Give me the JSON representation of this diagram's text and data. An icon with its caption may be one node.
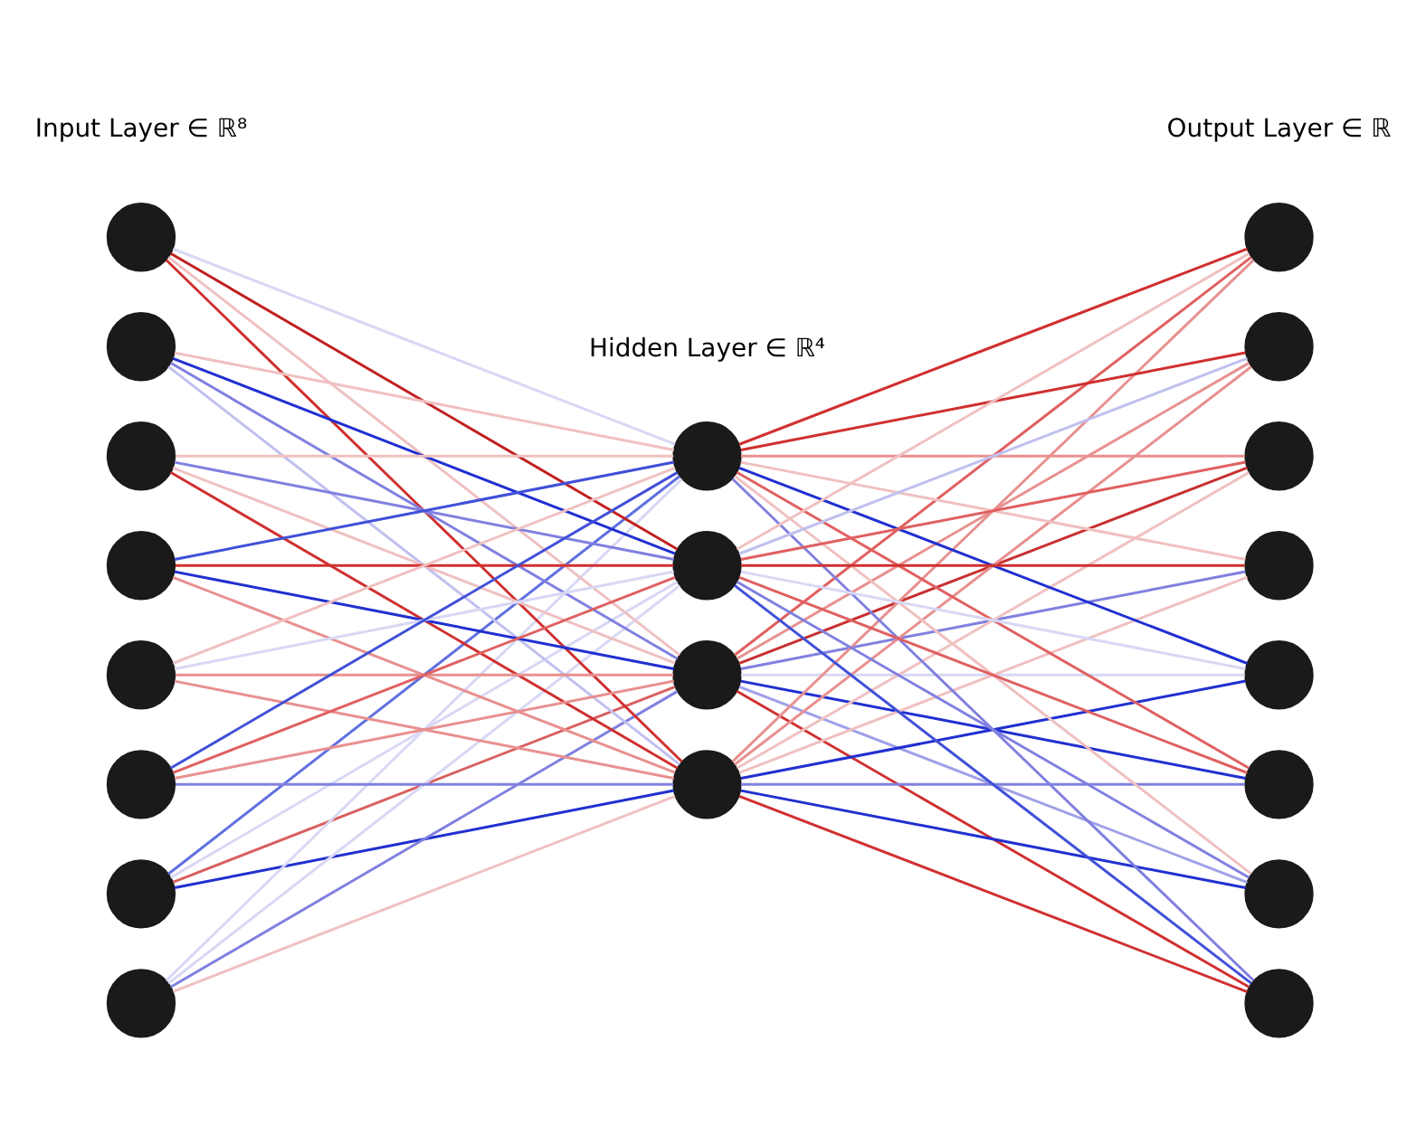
{
  "diagram": {
    "nodes": [
      {
        "text": [],
        "shape": "circle"
      },
      {
        "text": [],
        "shape": "circle"
      },
      {
        "text": [],
        "shape": "circle"
      },
      {
        "text": [],
        "shape": "circle"
      },
      {
        "text": [],
        "shape": "circle"
      },
      {
        "text": [],
        "shape": "circle"
      },
      {
        "text": [],
        "shape": "circle"
      },
      {
        "text": [],
        "shape": "circle"
      },
      {
        "text": [],
        "shape": "circle"
      },
      {
        "text": [],
        "shape": "circle"
      },
      {
        "text": [],
        "shape": "circle"
      },
      {
        "text": [],
        "shape": "circle"
      },
      {
        "text": [],
        "shape": "circle"
      },
      {
        "text": [],
        "shape": "circle"
      },
      {
        "text": [],
        "shape": "circle"
      },
      {
        "text": [],
        "shape": "circle"
      },
      {
        "text": [],
        "shape": "circle"
      },
      {
        "text": [],
        "shape": "circle"
      },
      {
        "text": [],
        "shape": "circle"
      },
      {
        "text": [],
        "shape": "circle"
      }
    ],
    "edges": [
      {
        "from": 0,
        "to": 8,
        "arrow": "none",
        "color": "#d86060"
      },
      {
        "from": 0,
        "to": 9,
        "arrow": "none",
        "color": "#2030d0"
      },
      {
        "from": 0,
        "to": 10,
        "arrow": "none",
        "color": "#6070e0"
      },
      {
        "from": 0,
        "to": 11,
        "arrow": "none",
        "color": "#d8d8f5"
      },
      {
        "from": 1,
        "to": 8,
        "arrow": "none",
        "color": "#8080e0"
      },
      {
        "from": 1,
        "to": 9,
        "arrow": "none",
        "color": "#f0c0c0"
      },
      {
        "from": 1,
        "to": 10,
        "arrow": "none",
        "color": "#d8d8f5"
      },
      {
        "from": 1,
        "to": 11,
        "arrow": "none",
        "color": "#d8d8f5"
      },
      {
        "from": 2,
        "to": 8,
        "arrow": "none",
        "color": "#f0c0c0"
      },
      {
        "from": 2,
        "to": 9,
        "arrow": "none",
        "color": "#d03030"
      },
      {
        "from": 2,
        "to": 10,
        "arrow": "none",
        "color": "#d8d8f5"
      },
      {
        "from": 2,
        "to": 11,
        "arrow": "none",
        "color": "#c02020"
      },
      {
        "from": 3,
        "to": 8,
        "arrow": "none",
        "color": "#8080e0"
      },
      {
        "from": 3,
        "to": 9,
        "arrow": "none",
        "color": "#c0c0f0"
      },
      {
        "from": 3,
        "to": 10,
        "arrow": "none",
        "color": "#f0c0c0"
      },
      {
        "from": 3,
        "to": 11,
        "arrow": "none",
        "color": "#2030d0"
      },
      {
        "from": 4,
        "to": 8,
        "arrow": "none",
        "color": "#f0c0c0"
      },
      {
        "from": 4,
        "to": 9,
        "arrow": "none",
        "color": "#d03030"
      },
      {
        "from": 4,
        "to": 10,
        "arrow": "none",
        "color": "#f0c0c0"
      },
      {
        "from": 4,
        "to": 11,
        "arrow": "none",
        "color": "#8080e0"
      },
      {
        "from": 5,
        "to": 8,
        "arrow": "none",
        "color": "#2030d0"
      },
      {
        "from": 5,
        "to": 9,
        "arrow": "none",
        "color": "#e89090"
      },
      {
        "from": 5,
        "to": 10,
        "arrow": "none",
        "color": "#4050d8"
      },
      {
        "from": 5,
        "to": 11,
        "arrow": "none",
        "color": "#d03030"
      },
      {
        "from": 6,
        "to": 8,
        "arrow": "none",
        "color": "#e89090"
      },
      {
        "from": 6,
        "to": 9,
        "arrow": "none",
        "color": "#e89090"
      },
      {
        "from": 6,
        "to": 10,
        "arrow": "none",
        "color": "#f0c0c0"
      },
      {
        "from": 6,
        "to": 11,
        "arrow": "none",
        "color": "#d8d8f5"
      },
      {
        "from": 7,
        "to": 8,
        "arrow": "none",
        "color": "#e89090"
      },
      {
        "from": 7,
        "to": 9,
        "arrow": "none",
        "color": "#8080e0"
      },
      {
        "from": 7,
        "to": 10,
        "arrow": "none",
        "color": "#4050d8"
      },
      {
        "from": 7,
        "to": 11,
        "arrow": "none",
        "color": "#e06060"
      },
      {
        "from": 8,
        "to": 12,
        "arrow": "none",
        "color": "#a0a0e8"
      },
      {
        "from": 8,
        "to": 13,
        "arrow": "none",
        "color": "#d03030"
      },
      {
        "from": 8,
        "to": 14,
        "arrow": "none",
        "color": "#e06060"
      },
      {
        "from": 8,
        "to": 15,
        "arrow": "none",
        "color": "#e89090"
      },
      {
        "from": 8,
        "to": 16,
        "arrow": "none",
        "color": "#c83030"
      },
      {
        "from": 8,
        "to": 17,
        "arrow": "none",
        "color": "#8080e0"
      },
      {
        "from": 8,
        "to": 18,
        "arrow": "none",
        "color": "#d8d8f5"
      },
      {
        "from": 8,
        "to": 19,
        "arrow": "none",
        "color": "#2030d0"
      },
      {
        "from": 9,
        "to": 12,
        "arrow": "none",
        "color": "#2030d0"
      },
      {
        "from": 9,
        "to": 13,
        "arrow": "none",
        "color": "#d03030"
      },
      {
        "from": 9,
        "to": 14,
        "arrow": "none",
        "color": "#e89090"
      },
      {
        "from": 9,
        "to": 15,
        "arrow": "none",
        "color": "#e89090"
      },
      {
        "from": 9,
        "to": 16,
        "arrow": "none",
        "color": "#f0c0c0"
      },
      {
        "from": 9,
        "to": 17,
        "arrow": "none",
        "color": "#f0c0c0"
      },
      {
        "from": 9,
        "to": 18,
        "arrow": "none",
        "color": "#2030d0"
      },
      {
        "from": 9,
        "to": 19,
        "arrow": "none",
        "color": "#8080e0"
      },
      {
        "from": 10,
        "to": 12,
        "arrow": "none",
        "color": "#f0c0c0"
      },
      {
        "from": 10,
        "to": 13,
        "arrow": "none",
        "color": "#8080e0"
      },
      {
        "from": 10,
        "to": 14,
        "arrow": "none",
        "color": "#d03030"
      },
      {
        "from": 10,
        "to": 15,
        "arrow": "none",
        "color": "#d03030"
      },
      {
        "from": 10,
        "to": 16,
        "arrow": "none",
        "color": "#e89090"
      },
      {
        "from": 10,
        "to": 17,
        "arrow": "none",
        "color": "#f0c0c0"
      },
      {
        "from": 10,
        "to": 18,
        "arrow": "none",
        "color": "#2030d0"
      },
      {
        "from": 10,
        "to": 19,
        "arrow": "none",
        "color": "#e06060"
      },
      {
        "from": 11,
        "to": 12,
        "arrow": "none",
        "color": "#8080e0"
      },
      {
        "from": 11,
        "to": 13,
        "arrow": "none",
        "color": "#4050d8"
      },
      {
        "from": 11,
        "to": 14,
        "arrow": "none",
        "color": "#f0c0c0"
      },
      {
        "from": 11,
        "to": 15,
        "arrow": "none",
        "color": "#c0c0f0"
      },
      {
        "from": 11,
        "to": 16,
        "arrow": "none",
        "color": "#e06060"
      },
      {
        "from": 11,
        "to": 17,
        "arrow": "none",
        "color": "#d03030"
      },
      {
        "from": 11,
        "to": 18,
        "arrow": "none",
        "color": "#d8d8f5"
      },
      {
        "from": 11,
        "to": 19,
        "arrow": "none",
        "color": "#e06060"
      }
    ],
    "labels": [
      "Input Layer ∈ ℝ⁸",
      "Hidden Layer ∈ ℝ⁴",
      "Output Layer ∈ ℝ"
    ]
  }
}
